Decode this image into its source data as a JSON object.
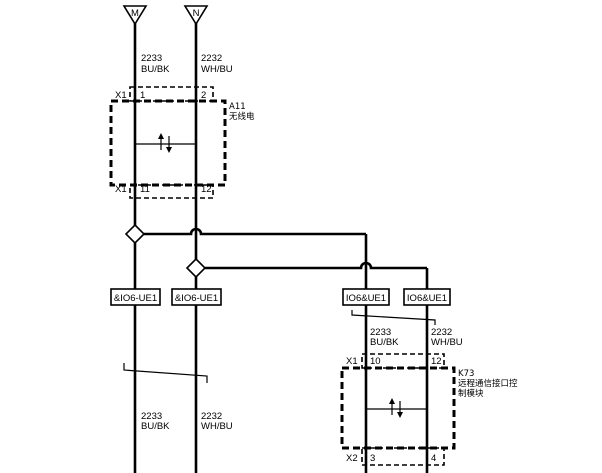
{
  "terminals": [
    {
      "id": "M",
      "label": "M"
    },
    {
      "id": "N",
      "label": "N"
    }
  ],
  "wires_top": [
    {
      "number": "2233",
      "color": "BU/BK"
    },
    {
      "number": "2232",
      "color": "WH/BU"
    }
  ],
  "component_a11": {
    "code": "A11",
    "name": "无线电",
    "connector_top": "X1",
    "connector_bottom": "X1",
    "pins_top": [
      "1",
      "2"
    ],
    "pins_bottom": [
      "11",
      "12"
    ]
  },
  "splice_boxes": [
    {
      "label": "&IO6-UE1"
    },
    {
      "label": "&IO6-UE1"
    },
    {
      "label": "IO6&UE1"
    },
    {
      "label": "IO6&UE1"
    }
  ],
  "wires_k73": [
    {
      "number": "2233",
      "color": "BU/BK"
    },
    {
      "number": "2232",
      "color": "WH/BU"
    }
  ],
  "component_k73": {
    "code": "K73",
    "name_line1": "远程通信接口控",
    "name_line2": "制模块",
    "connector_top": "X1",
    "connector_bottom": "X2",
    "pins_top": [
      "10",
      "12"
    ],
    "pins_bottom": [
      "3",
      "4"
    ]
  },
  "wires_bottom": [
    {
      "number": "2233",
      "color": "BU/BK"
    },
    {
      "number": "2232",
      "color": "WH/BU"
    }
  ]
}
